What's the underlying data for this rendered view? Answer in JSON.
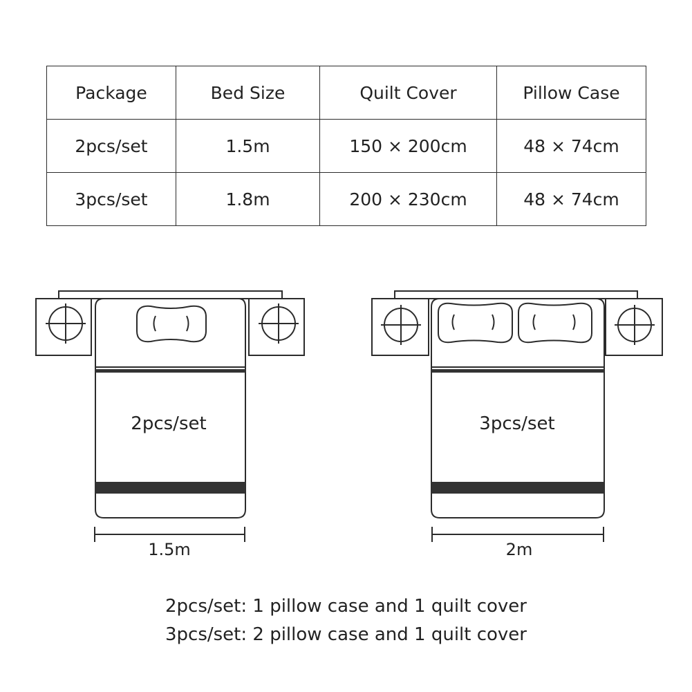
{
  "table": {
    "headers": [
      "Package",
      "Bed Size",
      "Quilt Cover",
      "Pillow Case"
    ],
    "rows": [
      [
        "2pcs/set",
        "1.5m",
        "150 × 200cm",
        "48 × 74cm"
      ],
      [
        "3pcs/set",
        "1.8m",
        "200 × 230cm",
        "48 × 74cm"
      ]
    ]
  },
  "beds": {
    "small": {
      "label": "2pcs/set",
      "width_label": "1.5m"
    },
    "large": {
      "label": "3pcs/set",
      "width_label": "2m"
    }
  },
  "notes": [
    "2pcs/set: 1 pillow case and 1 quilt cover",
    "3pcs/set: 2 pillow case and 1 quilt cover"
  ],
  "colors": {
    "line": "#2b2b2b",
    "band": "#333333",
    "text": "#222222"
  }
}
